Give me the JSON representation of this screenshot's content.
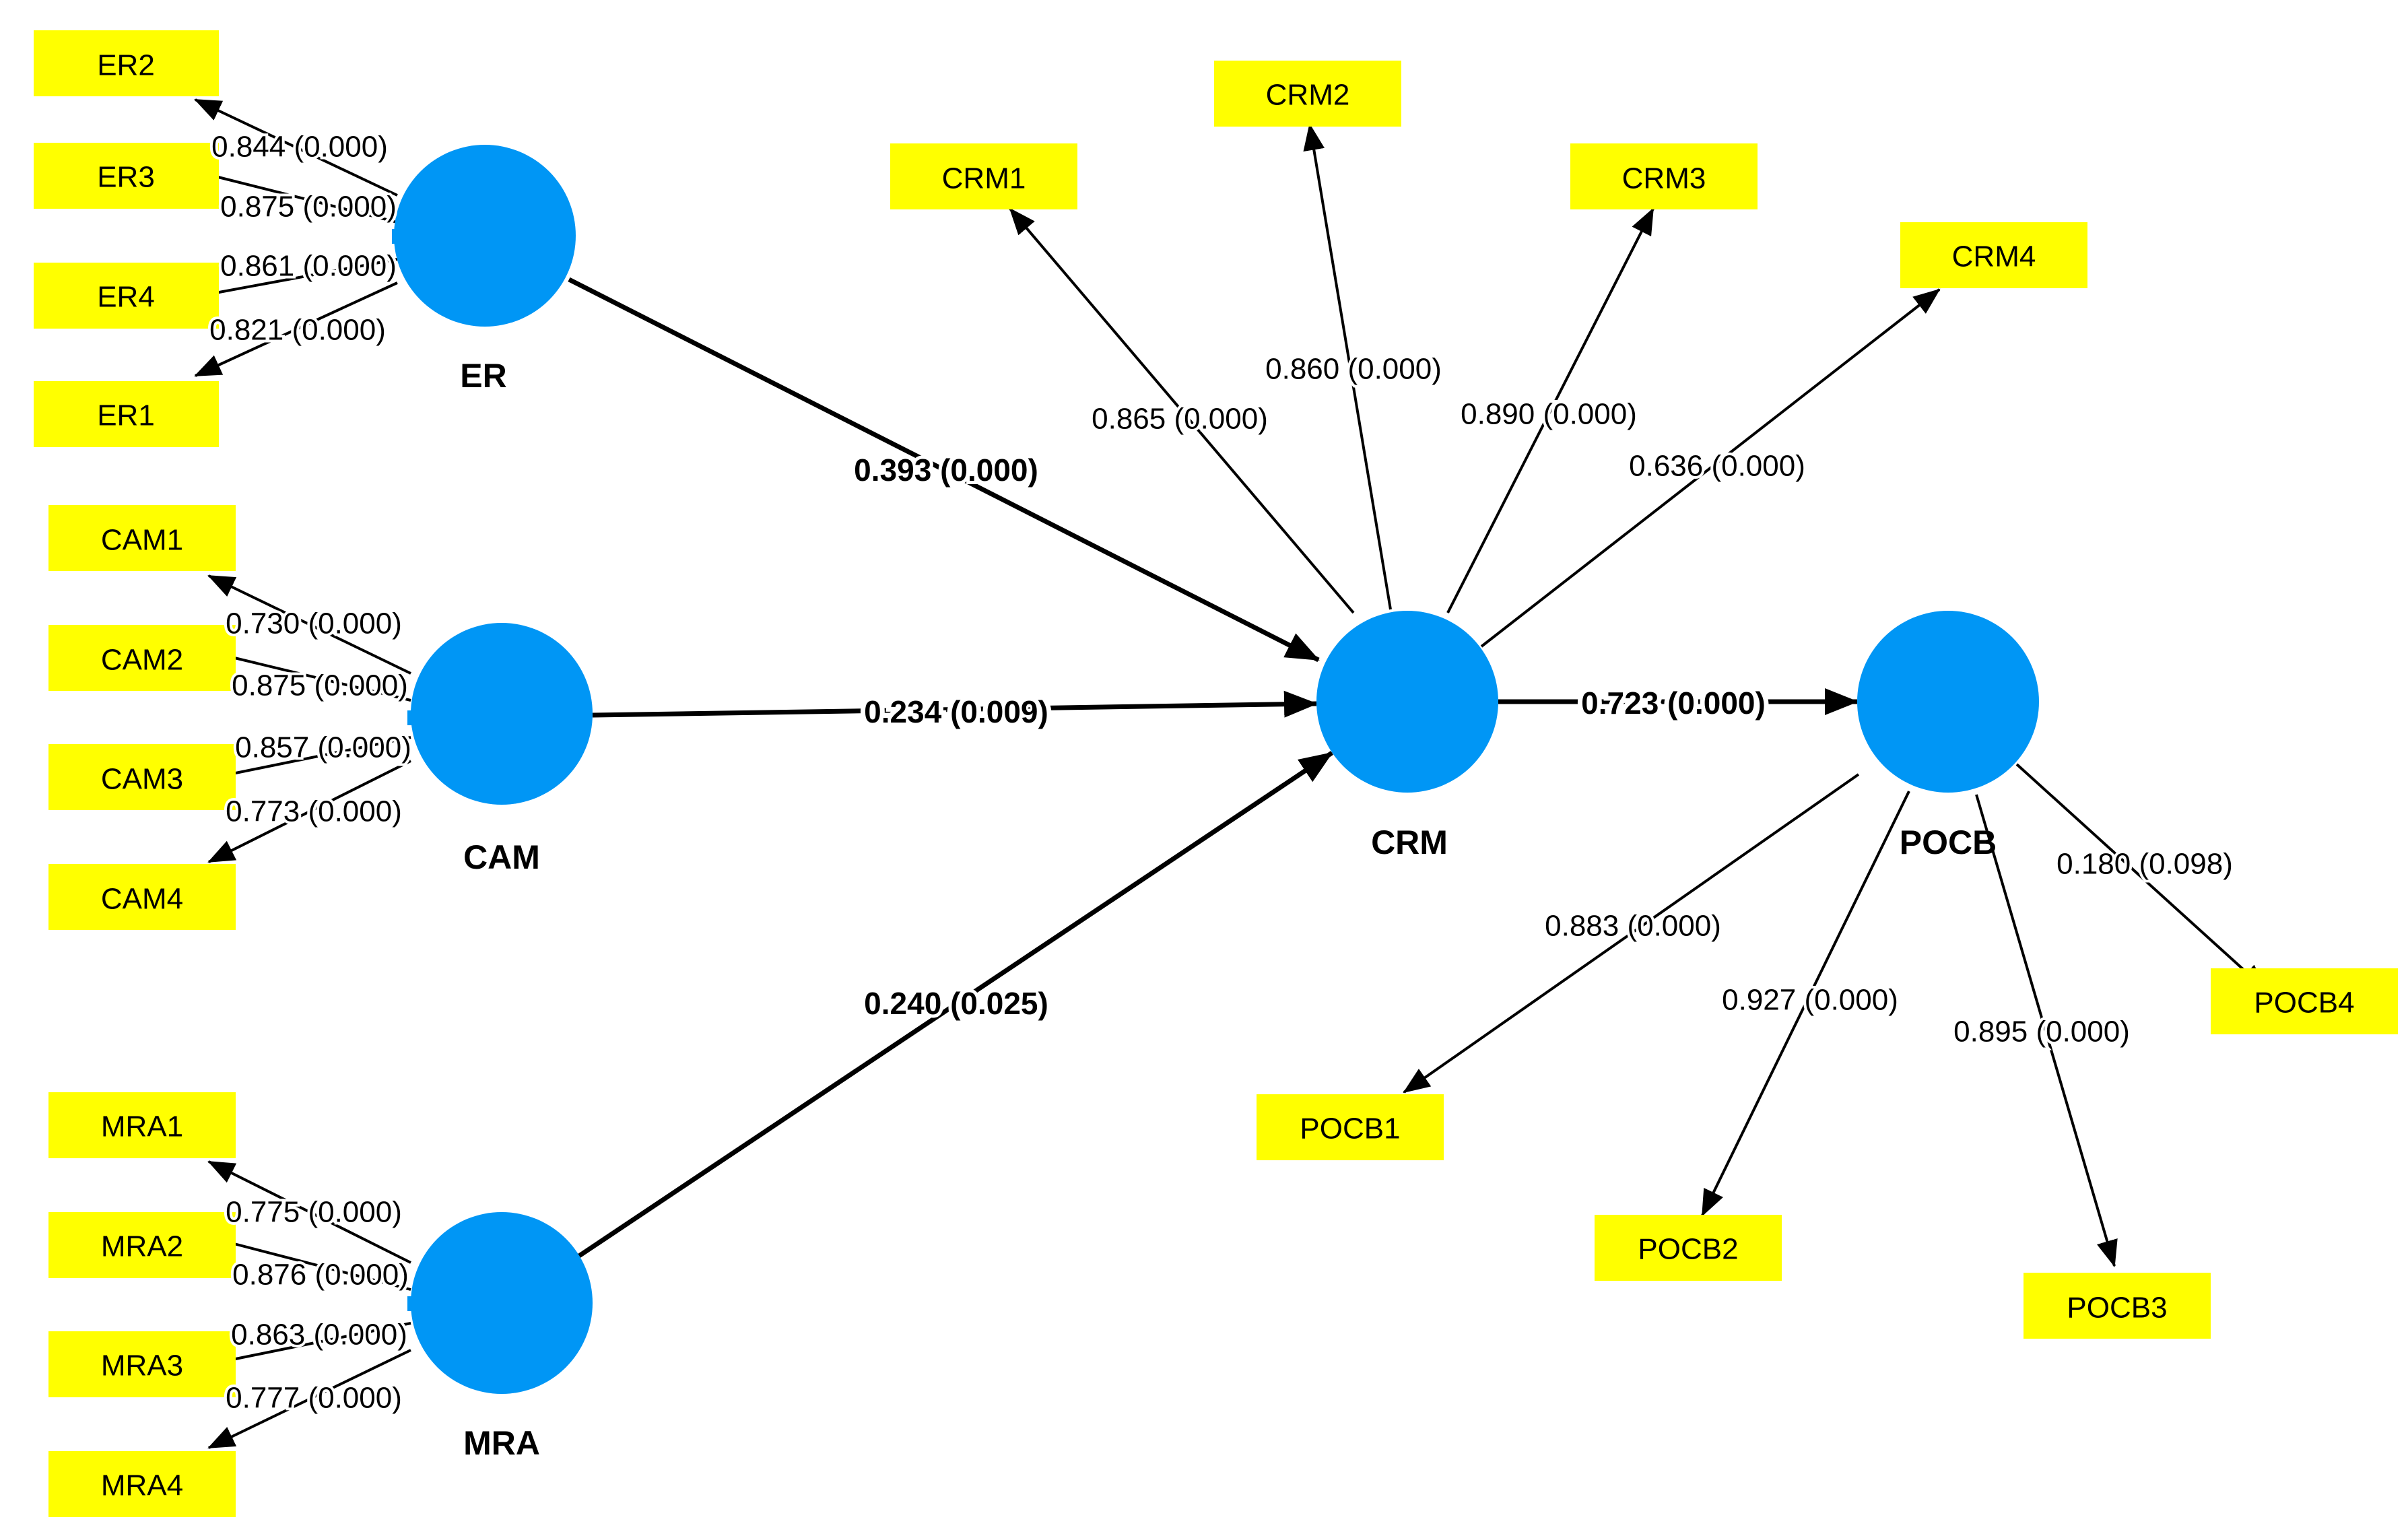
{
  "colors": {
    "construct": "#0096f5",
    "indicator": "#ffff00",
    "line": "#000000",
    "background": "#ffffff"
  },
  "constructs": {
    "ER": "ER",
    "CAM": "CAM",
    "MRA": "MRA",
    "CRM": "CRM",
    "POCB": "POCB"
  },
  "indicators": {
    "ER1": "ER1",
    "ER2": "ER2",
    "ER3": "ER3",
    "ER4": "ER4",
    "CAM1": "CAM1",
    "CAM2": "CAM2",
    "CAM3": "CAM3",
    "CAM4": "CAM4",
    "MRA1": "MRA1",
    "MRA2": "MRA2",
    "MRA3": "MRA3",
    "MRA4": "MRA4",
    "CRM1": "CRM1",
    "CRM2": "CRM2",
    "CRM3": "CRM3",
    "CRM4": "CRM4",
    "POCB1": "POCB1",
    "POCB2": "POCB2",
    "POCB3": "POCB3",
    "POCB4": "POCB4"
  },
  "loadings": {
    "ER2": "0.844 (0.000)",
    "ER3": "0.875 (0.000)",
    "ER4": "0.861 (0.000)",
    "ER1": "0.821 (0.000)",
    "CAM1": "0.730 (0.000)",
    "CAM2": "0.875 (0.000)",
    "CAM3": "0.857 (0.000)",
    "CAM4": "0.773 (0.000)",
    "MRA1": "0.775 (0.000)",
    "MRA2": "0.876 (0.000)",
    "MRA3": "0.863 (0.000)",
    "MRA4": "0.777 (0.000)",
    "CRM1": "0.865 (0.000)",
    "CRM2": "0.860 (0.000)",
    "CRM3": "0.890 (0.000)",
    "CRM4": "0.636 (0.000)",
    "POCB1": "0.883 (0.000)",
    "POCB2": "0.927 (0.000)",
    "POCB3": "0.895 (0.000)",
    "POCB4": "0.180 (0.098)"
  },
  "paths": {
    "ER_CRM": "0.393 (0.000)",
    "CAM_CRM": "0.234 (0.009)",
    "MRA_CRM": "0.240 (0.025)",
    "CRM_POCB": "0.723 (0.000)"
  }
}
